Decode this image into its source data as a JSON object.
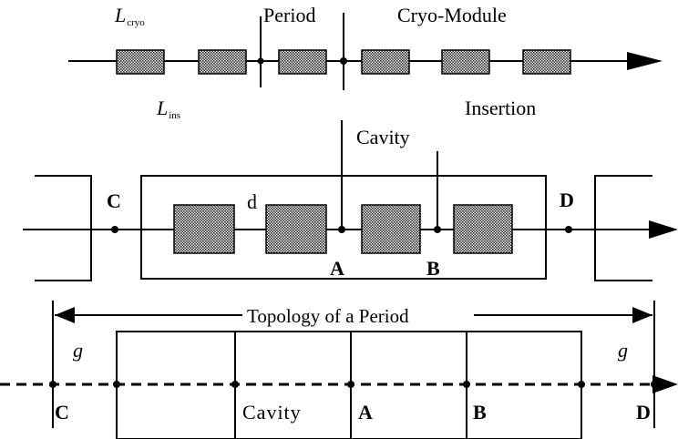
{
  "top": {
    "l_cryo_main": "L",
    "l_cryo_sub": "cryo",
    "period": "Period",
    "cryo_module": "Cryo-Module",
    "l_ins_main": "L",
    "l_ins_sub": "ins",
    "insertion": "Insertion"
  },
  "middle": {
    "cavity": "Cavity",
    "c": "C",
    "d_gap": "d",
    "d_point": "D",
    "a": "A",
    "b": "B"
  },
  "bottom": {
    "topology": "Topology of a Period",
    "g_left": "g",
    "g_right": "g",
    "c": "C",
    "cavity": "Cavity",
    "a": "A",
    "b": "B",
    "d": "D"
  },
  "colors": {
    "ink": "#000000",
    "hatch_fill": "#8a8a8a",
    "background": "#ffffff"
  }
}
